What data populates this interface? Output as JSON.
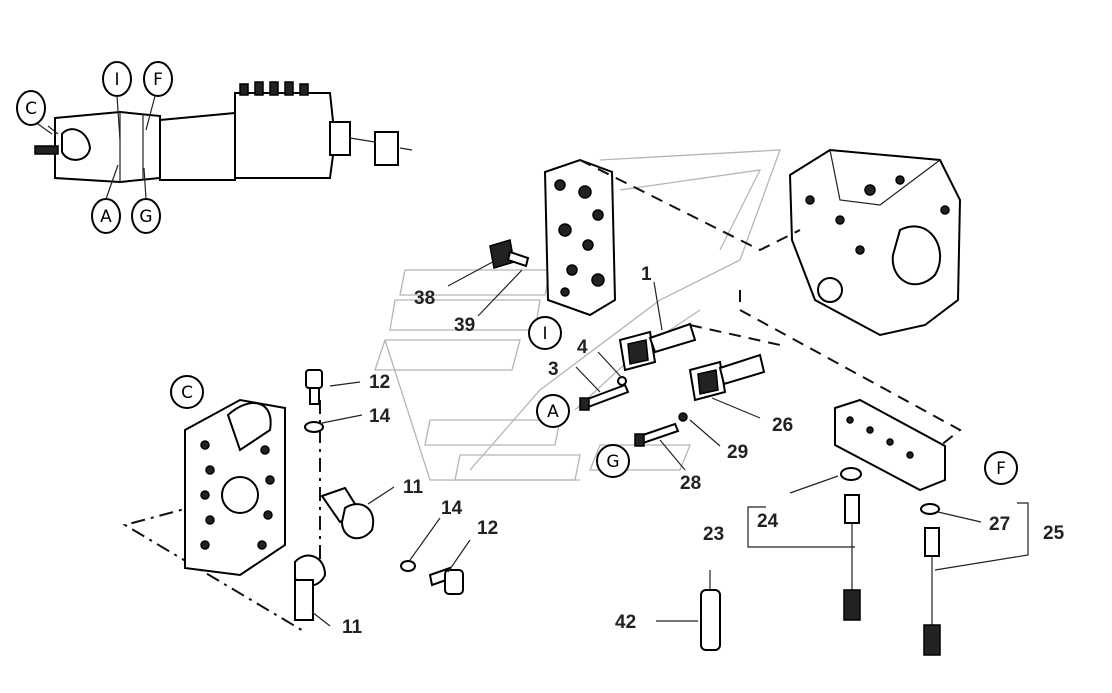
{
  "callouts": {
    "c1": "1",
    "c3": "3",
    "c4": "4",
    "c11a": "11",
    "c11b": "11",
    "c12a": "12",
    "c12b": "12",
    "c14a": "14",
    "c14b": "14",
    "c23": "23",
    "c24": "24",
    "c25": "25",
    "c26": "26",
    "c27": "27",
    "c28": "28",
    "c29": "29",
    "c38": "38",
    "c39": "39",
    "c42": "42"
  },
  "section_markers": {
    "top_c": "C",
    "top_i": "I",
    "top_f": "F",
    "top_a": "A",
    "top_g": "G",
    "mid_i": "I",
    "mid_a": "A",
    "mid_g": "G",
    "left_c": "C",
    "right_f": "F"
  }
}
